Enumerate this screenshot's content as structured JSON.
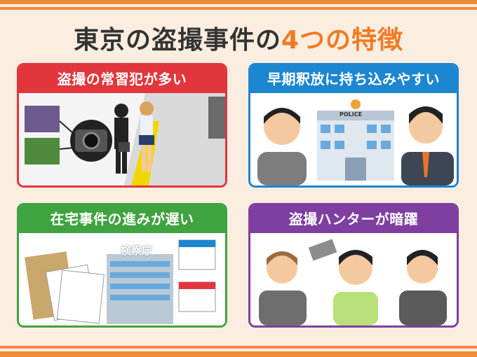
{
  "title": {
    "main": "東京の盗撮事件の",
    "accent": "4つの特徴"
  },
  "cards": [
    {
      "heading": "盗撮の常習犯が多い"
    },
    {
      "heading": "早期釈放に持ち込みやすい",
      "building_sign": "POLICE"
    },
    {
      "heading": "在宅事件の進みが遅い",
      "building_sign": "検察庁"
    },
    {
      "heading": "盗撮ハンターが暗躍"
    }
  ],
  "colors": {
    "card1": "#e2363c",
    "card2": "#1c86d1",
    "card3": "#3fa33f",
    "card4": "#7e3fa1",
    "accent": "#f07a22",
    "background": "#fbeee0"
  }
}
